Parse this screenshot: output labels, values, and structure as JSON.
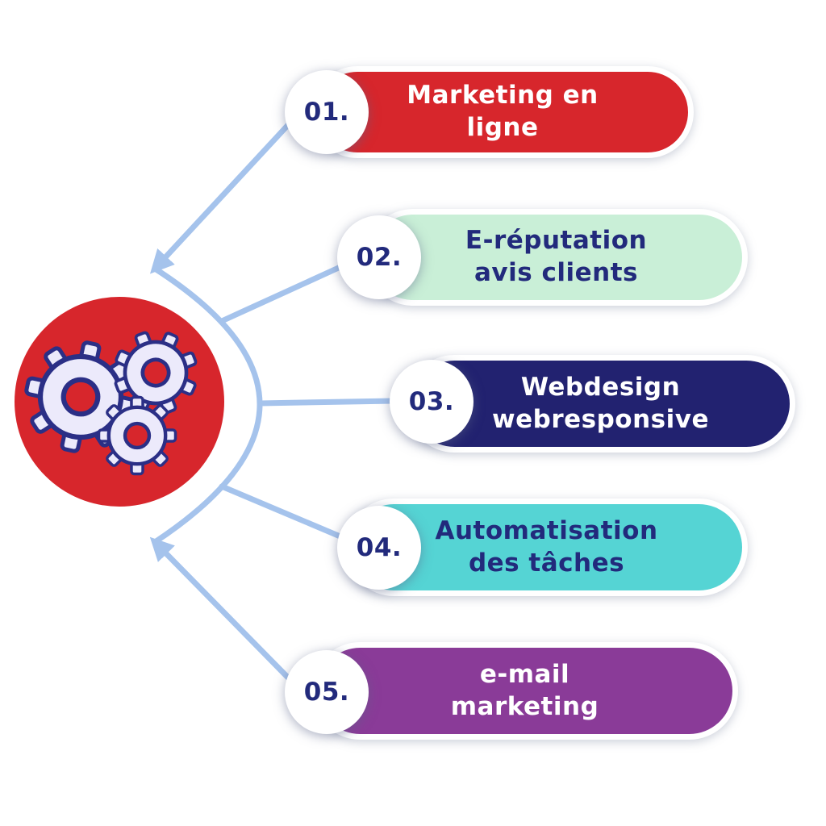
{
  "css_vars": {
    "--connector": "#a5c3ec",
    "--gear-fill": "#eceafb",
    "--gear-stroke": "#2b2f86",
    "--center-bg": "#d7262c",
    "--number-color": "#222a7c"
  },
  "center": {
    "icon": "gears-icon",
    "bg": "#d7262c"
  },
  "items": [
    {
      "number": "01.",
      "label": "Marketing en\nligne",
      "bg": "#d7262c",
      "text_color": "#ffffff"
    },
    {
      "number": "02.",
      "label": "E-réputation\navis clients",
      "bg": "#c9efd7",
      "text_color": "#222a7c"
    },
    {
      "number": "03.",
      "label": "Webdesign\nwebresponsive",
      "bg": "#222270",
      "text_color": "#ffffff"
    },
    {
      "number": "04.",
      "label": "Automatisation\ndes tâches",
      "bg": "#55d4d4",
      "text_color": "#222a7c"
    },
    {
      "number": "05.",
      "label": "e-mail\nmarketing",
      "bg": "#8a3b98",
      "text_color": "#ffffff"
    }
  ]
}
